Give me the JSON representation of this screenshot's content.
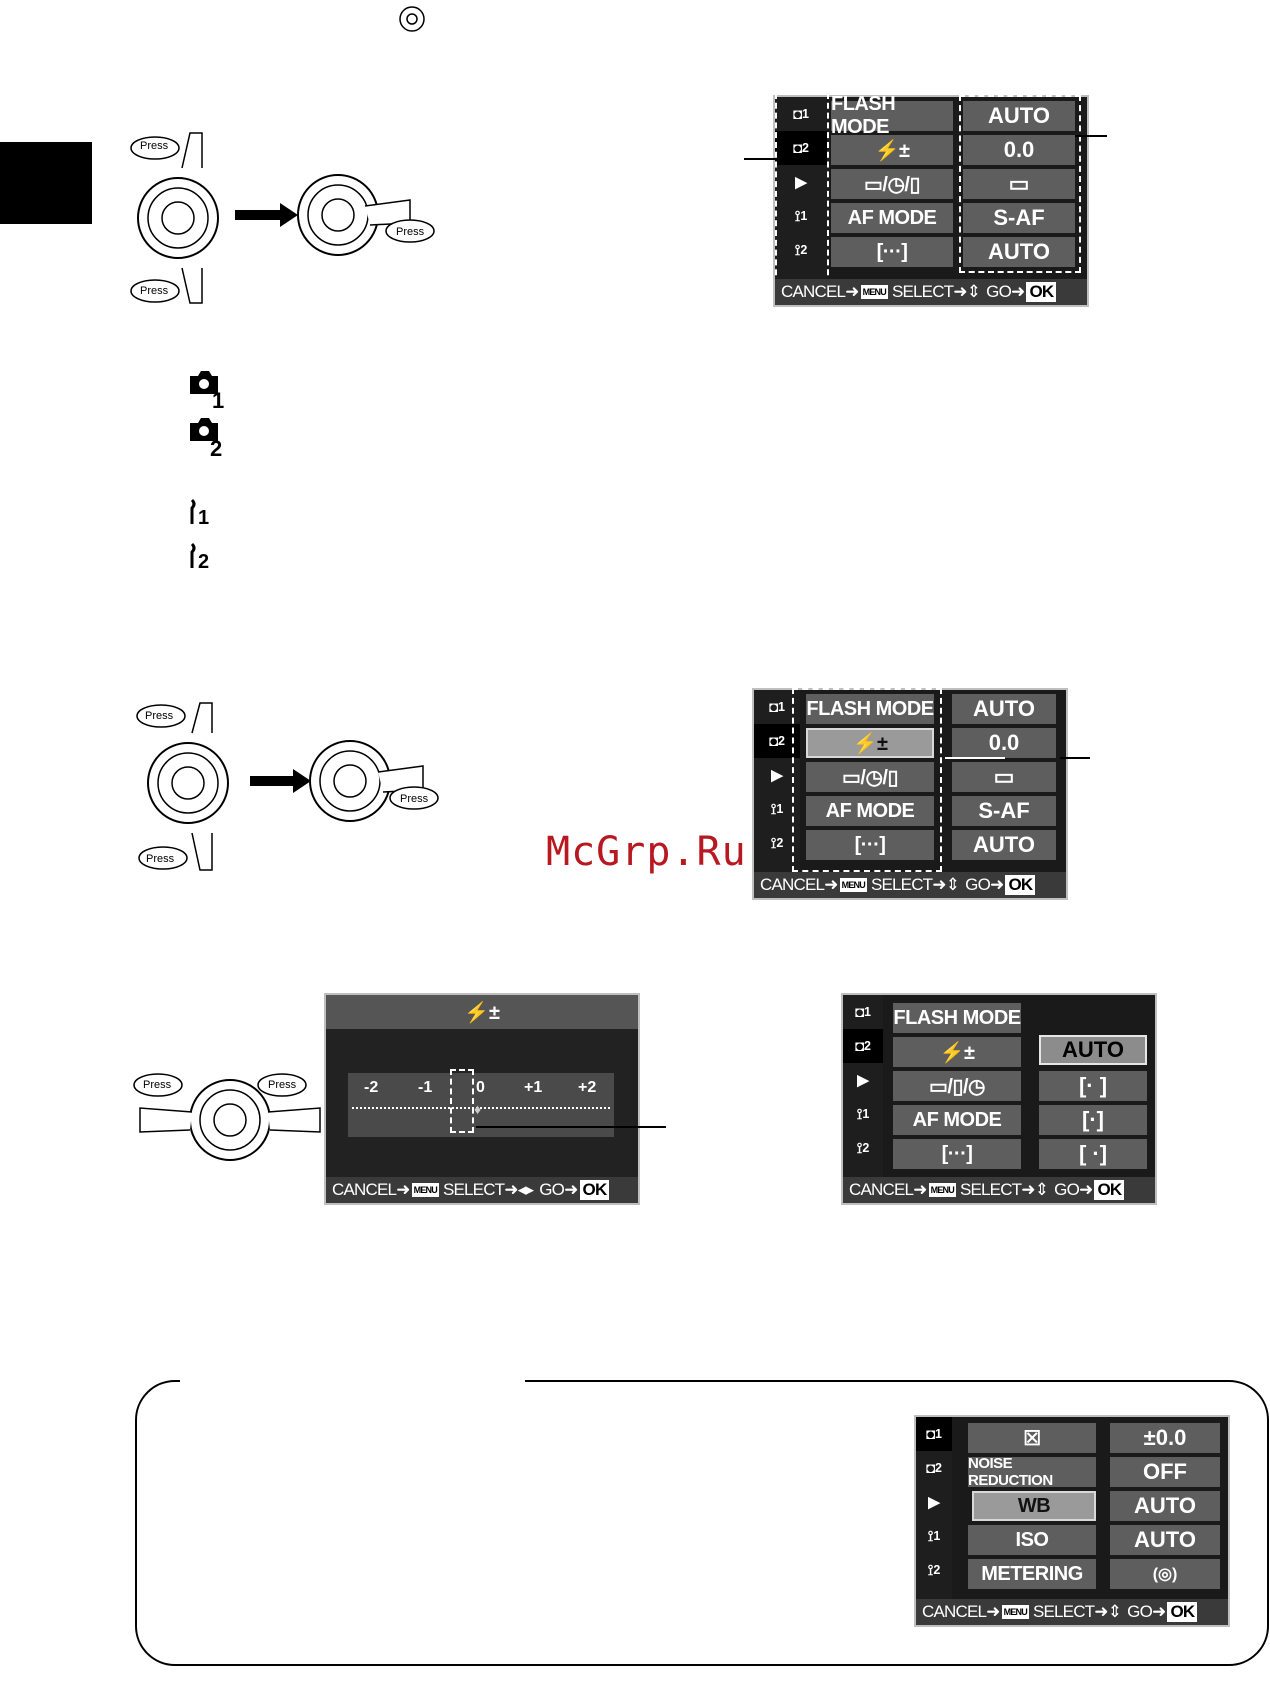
{
  "watermark": "McGrp.Ru",
  "press_label": "Press",
  "tabs": [
    "1",
    "2",
    "",
    "1",
    "2"
  ],
  "footer": {
    "cancel": "CANCEL",
    "menu": "MENU",
    "select": "SELECT",
    "go": "GO",
    "ok": "OK"
  },
  "screen1": {
    "rows": [
      "FLASH MODE",
      "",
      "",
      "AF MODE",
      "[···]"
    ],
    "values": [
      "AUTO",
      "0.0",
      "▭",
      "S-AF",
      "AUTO"
    ]
  },
  "screen2": {
    "rows": [
      "FLASH MODE",
      "",
      "",
      "AF MODE",
      "[···]"
    ],
    "values": [
      "AUTO",
      "0.0",
      "▭",
      "S-AF",
      "AUTO"
    ]
  },
  "screen3": {
    "scale_labels": [
      "-2",
      "-1",
      "0",
      "+1",
      "+2"
    ]
  },
  "screen4": {
    "rows": [
      "FLASH MODE",
      "",
      "",
      "AF MODE",
      "[···]"
    ],
    "values": [
      "AUTO",
      "[· ]",
      "[·]",
      "[ ·]"
    ]
  },
  "screen5": {
    "rows": [
      "",
      "NOISE REDUCTION",
      "WB",
      "ISO",
      "METERING"
    ],
    "values": [
      "±0.0",
      "OFF",
      "AUTO",
      "AUTO",
      ""
    ]
  },
  "legend_icons": [
    "1",
    "2",
    "1",
    "2"
  ]
}
